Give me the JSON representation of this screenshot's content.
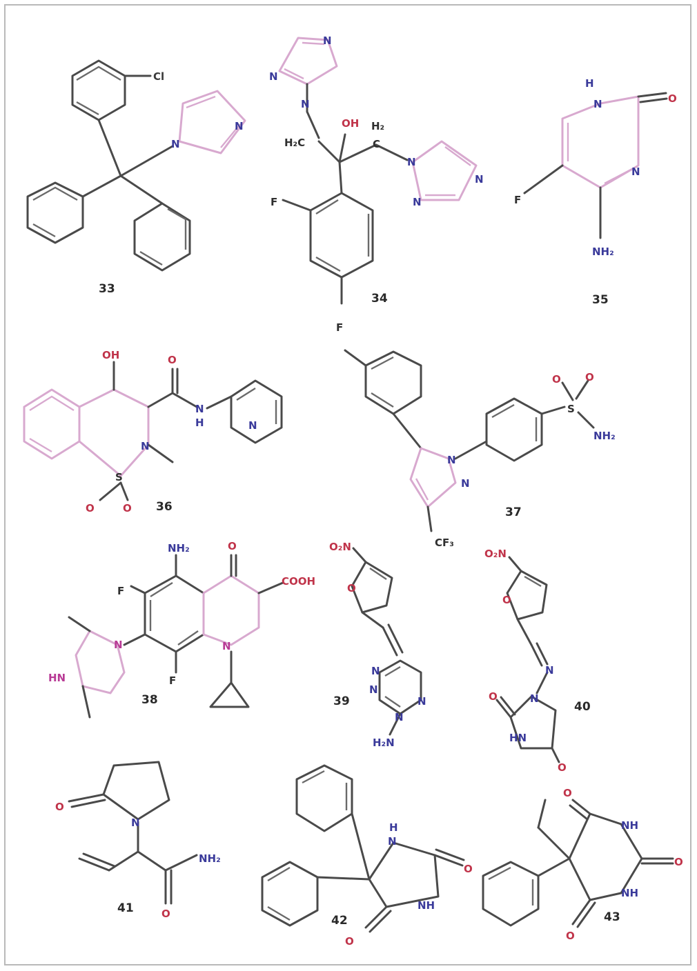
{
  "compounds": [
    {
      "id": "33",
      "atoms": {
        "cl": "Cl",
        "n1": "N",
        "n3": "N"
      }
    },
    {
      "id": "34",
      "atoms": {
        "n1": "N",
        "n2": "N",
        "n3": "N",
        "n4": "N",
        "n5": "N",
        "n6": "N",
        "oh": "OH",
        "h2c": "H₂C",
        "ch2": "H₂",
        "c2": "C",
        "f1": "F",
        "f2": "F"
      }
    },
    {
      "id": "35",
      "atoms": {
        "nh": "H",
        "n1": "N",
        "n3": "N",
        "o": "O",
        "f": "F",
        "nh2": "NH₂"
      }
    },
    {
      "id": "36",
      "atoms": {
        "oh": "OH",
        "o": "O",
        "nh": "N",
        "h": "H",
        "n": "N",
        "npy": "N",
        "s": "S",
        "o1": "O",
        "o2": "O"
      }
    },
    {
      "id": "37",
      "atoms": {
        "o1": "O",
        "o2": "O",
        "s": "S",
        "nh2": "NH₂",
        "n1": "N",
        "n2": "N",
        "cf3": "CF₃"
      }
    },
    {
      "id": "38",
      "atoms": {
        "nh2": "NH₂",
        "o": "O",
        "cooh": "COOH",
        "f1": "F",
        "f2": "F",
        "n1": "N",
        "n2": "N",
        "hn": "HN"
      }
    },
    {
      "id": "39",
      "atoms": {
        "o2n": "O₂N",
        "o": "O",
        "n1": "N",
        "n2": "N",
        "n3": "N",
        "n4": "N",
        "h2n": "H₂N"
      }
    },
    {
      "id": "40",
      "atoms": {
        "o2n": "O₂N",
        "o": "O",
        "n": "N",
        "n1": "N",
        "o2": "O",
        "hn": "HN",
        "o3": "O"
      }
    },
    {
      "id": "41",
      "atoms": {
        "o": "O",
        "n": "N",
        "nh2": "NH₂",
        "o2": "O"
      }
    },
    {
      "id": "42",
      "atoms": {
        "n": "N",
        "h": "H",
        "o1": "O",
        "nh": "NH",
        "o2": "O"
      }
    },
    {
      "id": "43",
      "atoms": {
        "o1": "O",
        "nh1": "NH",
        "o2": "O",
        "nh2": "NH",
        "o3": "O"
      }
    }
  ]
}
